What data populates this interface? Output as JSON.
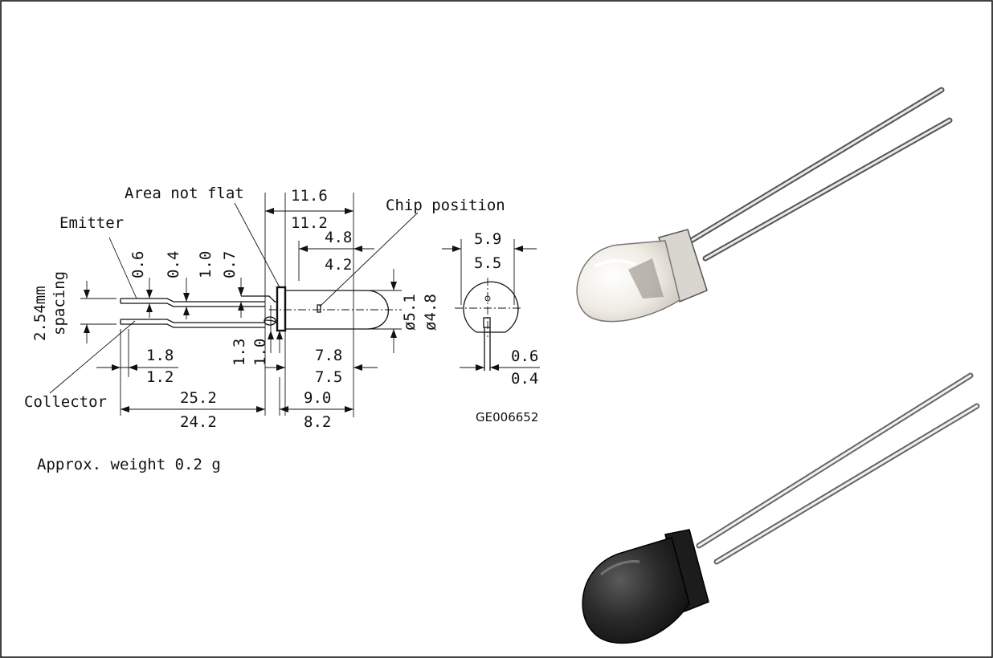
{
  "labels": {
    "area_not_flat": "Area not flat",
    "chip_position": "Chip position",
    "emitter": "Emitter",
    "collector": "Collector",
    "spacing_value": "2.54mm",
    "spacing_word": "spacing",
    "weight": "Approx. weight 0.2 g",
    "drawing_code": "GE006652"
  },
  "dimensions": {
    "len_top": "11.6",
    "len_bottom": "11.2",
    "dome_top": "4.8",
    "dome_bottom": "4.2",
    "lead_w_top": "0.6",
    "lead_w_bottom": "0.4",
    "kink_top": "1.0",
    "kink_bottom": "0.7",
    "flange_top": "1.3",
    "flange_bottom": "1.0",
    "bend_top": "1.8",
    "bend_bottom": "1.2",
    "lead_len_top": "25.2",
    "lead_len_bottom": "24.2",
    "body_top": "7.8",
    "body_bottom": "7.5",
    "total_top": "9.0",
    "total_bottom": "8.2",
    "dia_outer": "ø5.1",
    "dia_inner": "ø4.8",
    "flange_dia_top": "5.9",
    "flange_dia_bottom": "5.5",
    "pin_top": "0.6",
    "pin_bottom": "0.4"
  },
  "colors": {
    "ink": "#111111",
    "paper": "#ffffff",
    "dark_lens": "#2b2b2b",
    "clear_lens": "#f2f0ea"
  }
}
